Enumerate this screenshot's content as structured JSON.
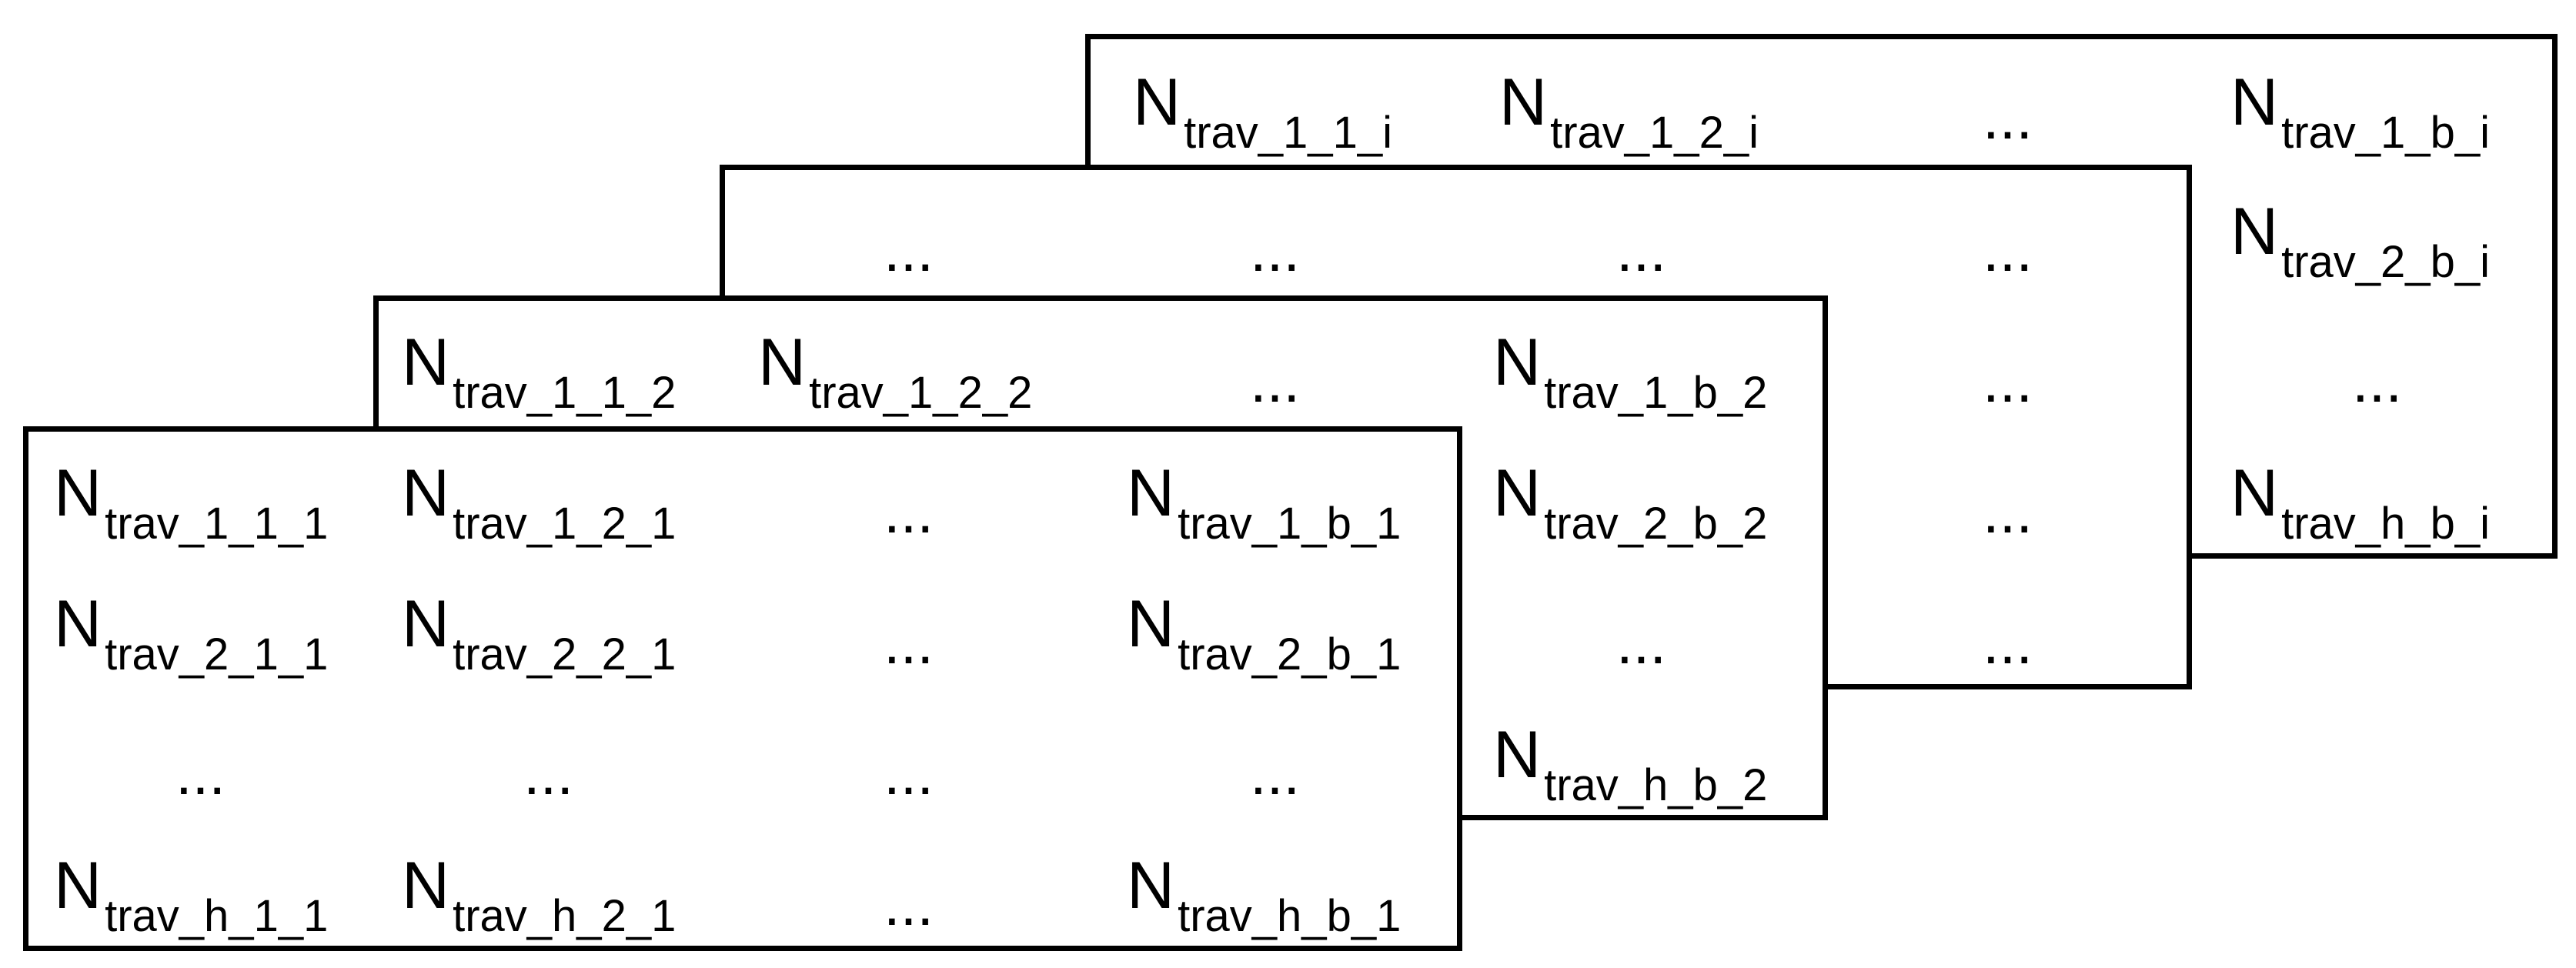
{
  "layer_i": {
    "row1": [
      {
        "base": "N",
        "sub": "trav_1_1_i"
      },
      {
        "base": "N",
        "sub": "trav_1_2_i"
      },
      {
        "dots": "..."
      },
      {
        "base": "N",
        "sub": "trav_1_b_i"
      }
    ],
    "col_b": [
      {
        "base": "N",
        "sub": "trav_2_b_i"
      },
      {
        "dots": "..."
      },
      {
        "base": "N",
        "sub": "trav_h_b_i"
      }
    ]
  },
  "layer_mid": {
    "row1": [
      "...",
      "...",
      "...",
      "..."
    ],
    "col": [
      "...",
      "...",
      "..."
    ]
  },
  "layer_2": {
    "row1": [
      {
        "base": "N",
        "sub": "trav_1_1_2"
      },
      {
        "base": "N",
        "sub": "trav_1_2_2"
      },
      {
        "dots": "..."
      },
      {
        "base": "N",
        "sub": "trav_1_b_2"
      }
    ],
    "col_b": [
      {
        "base": "N",
        "sub": "trav_2_b_2"
      },
      {
        "dots": "..."
      },
      {
        "base": "N",
        "sub": "trav_h_b_2"
      }
    ]
  },
  "layer_1": {
    "rows": [
      [
        {
          "base": "N",
          "sub": "trav_1_1_1"
        },
        {
          "base": "N",
          "sub": "trav_1_2_1"
        },
        {
          "dots": "..."
        },
        {
          "base": "N",
          "sub": "trav_1_b_1"
        }
      ],
      [
        {
          "base": "N",
          "sub": "trav_2_1_1"
        },
        {
          "base": "N",
          "sub": "trav_2_2_1"
        },
        {
          "dots": "..."
        },
        {
          "base": "N",
          "sub": "trav_2_b_1"
        }
      ],
      [
        {
          "dots": "..."
        },
        {
          "dots": "..."
        },
        {
          "dots": "..."
        },
        {
          "dots": "..."
        }
      ],
      [
        {
          "base": "N",
          "sub": "trav_h_1_1"
        },
        {
          "base": "N",
          "sub": "trav_h_2_1"
        },
        {
          "dots": "..."
        },
        {
          "base": "N",
          "sub": "trav_h_b_1"
        }
      ]
    ]
  }
}
